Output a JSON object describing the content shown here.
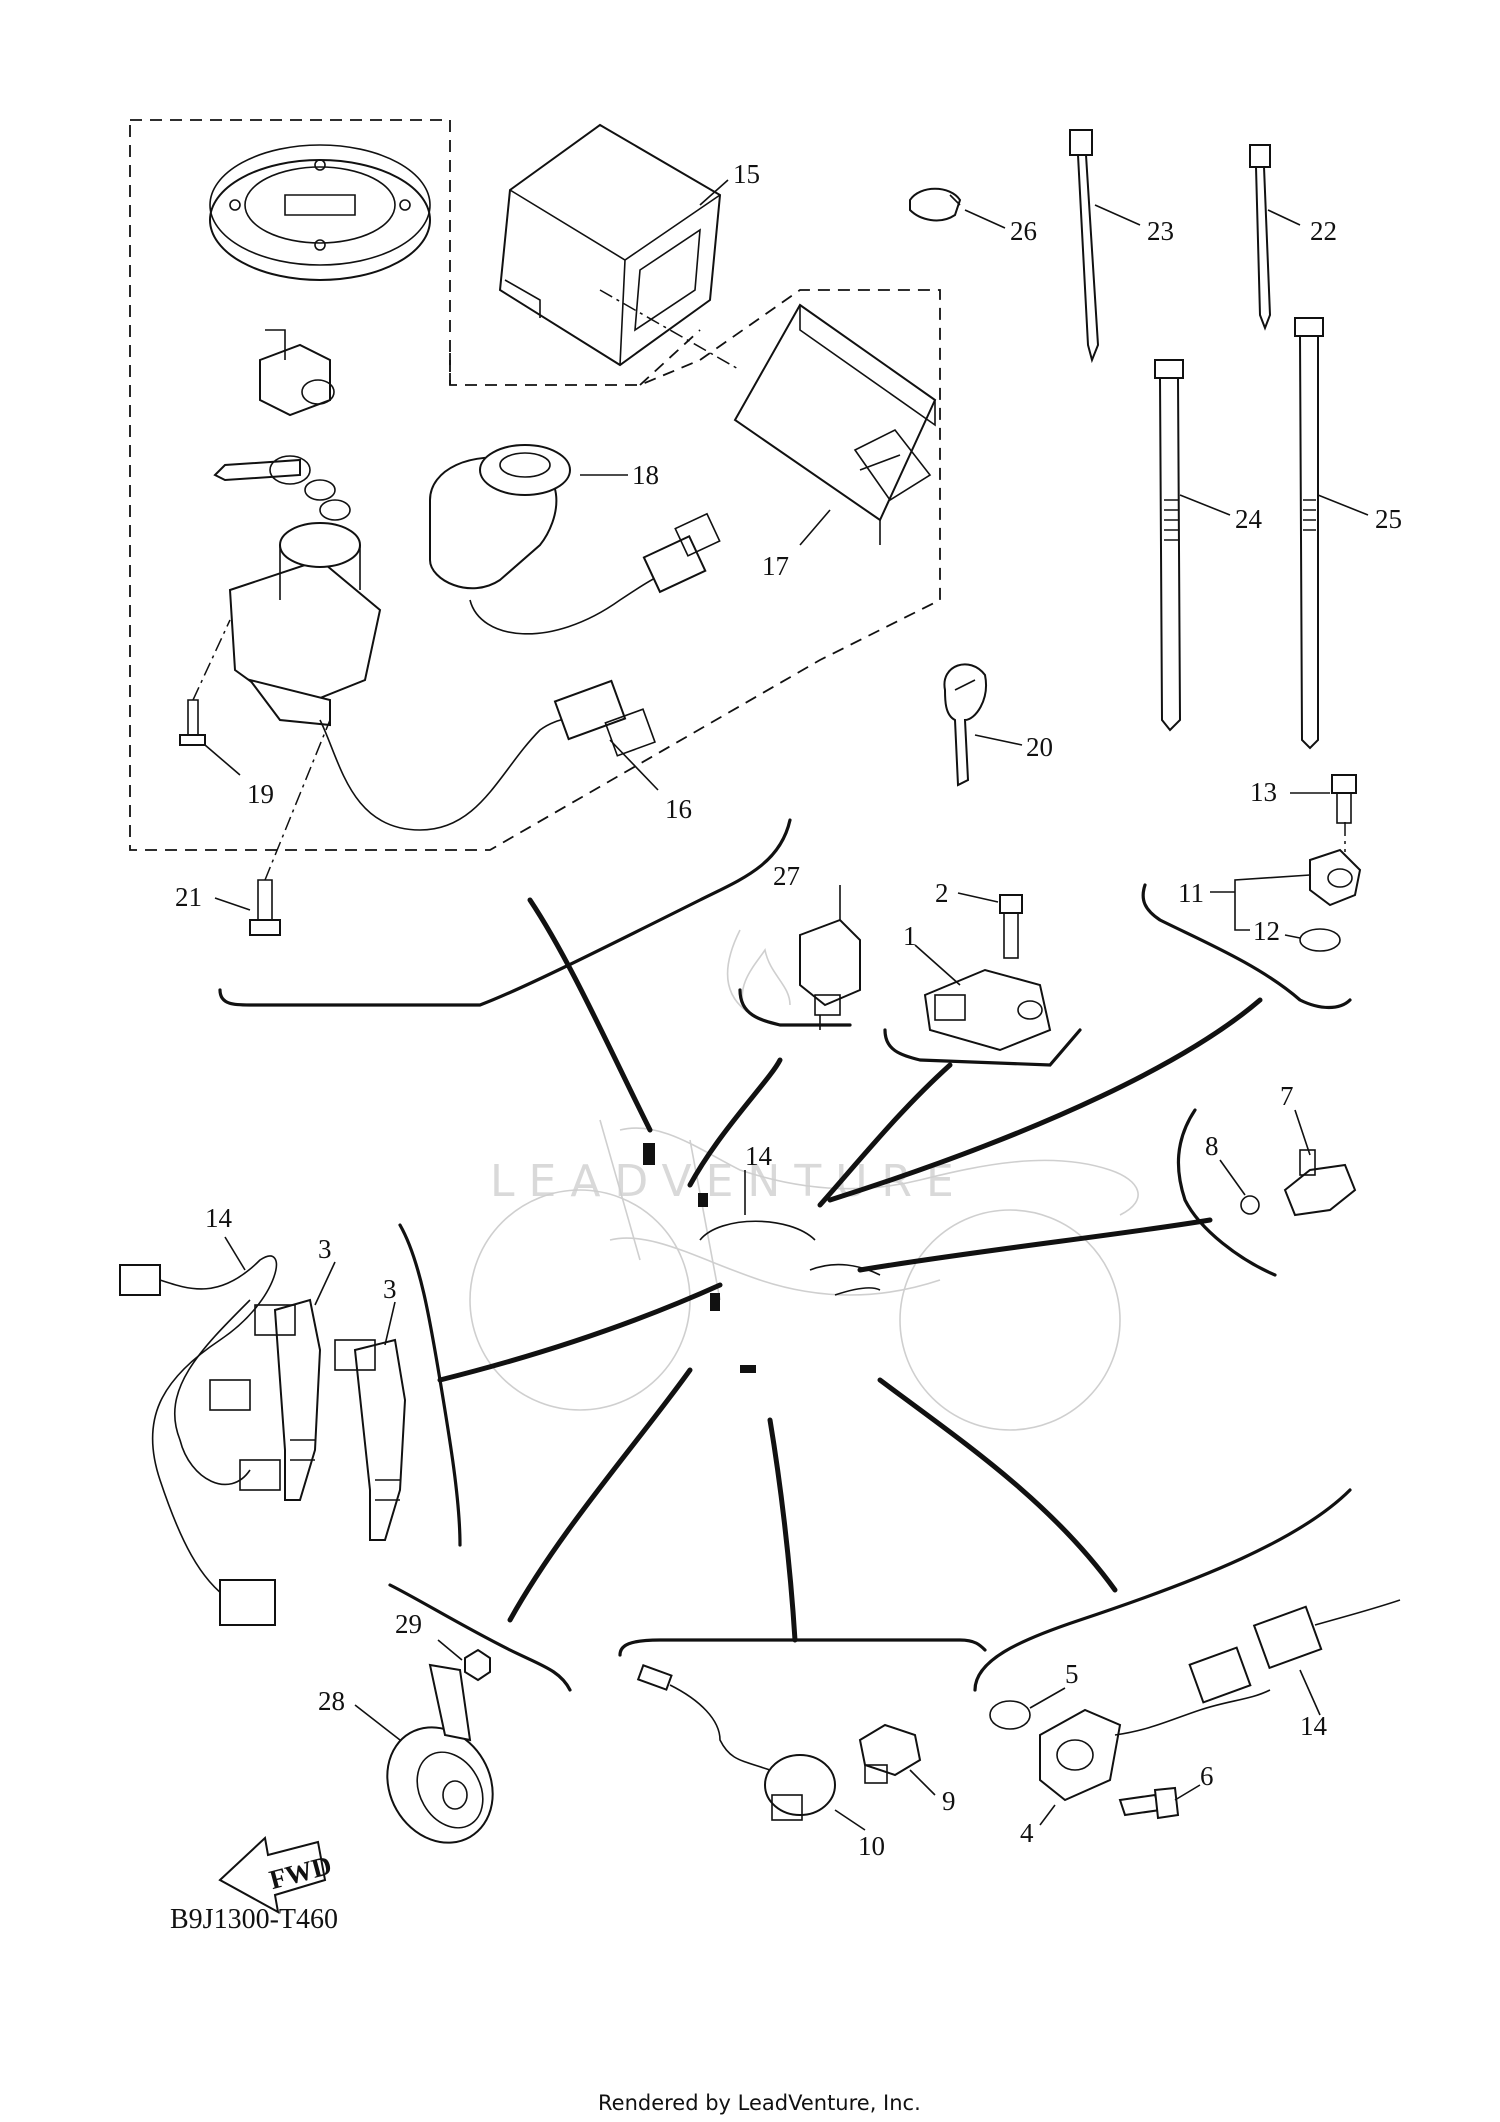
{
  "diagram": {
    "watermark_text": "LEADVENTURE",
    "reference_code": "B9J1300-T460",
    "footer_credit": "Rendered by LeadVenture, Inc.",
    "fwd_label": "FWD",
    "callouts": [
      "1",
      "2",
      "3",
      "3",
      "4",
      "5",
      "6",
      "7",
      "8",
      "9",
      "10",
      "11",
      "12",
      "13",
      "14",
      "14",
      "14",
      "15",
      "16",
      "17",
      "18",
      "19",
      "20",
      "21",
      "22",
      "23",
      "24",
      "25",
      "26",
      "27",
      "28",
      "29"
    ]
  }
}
